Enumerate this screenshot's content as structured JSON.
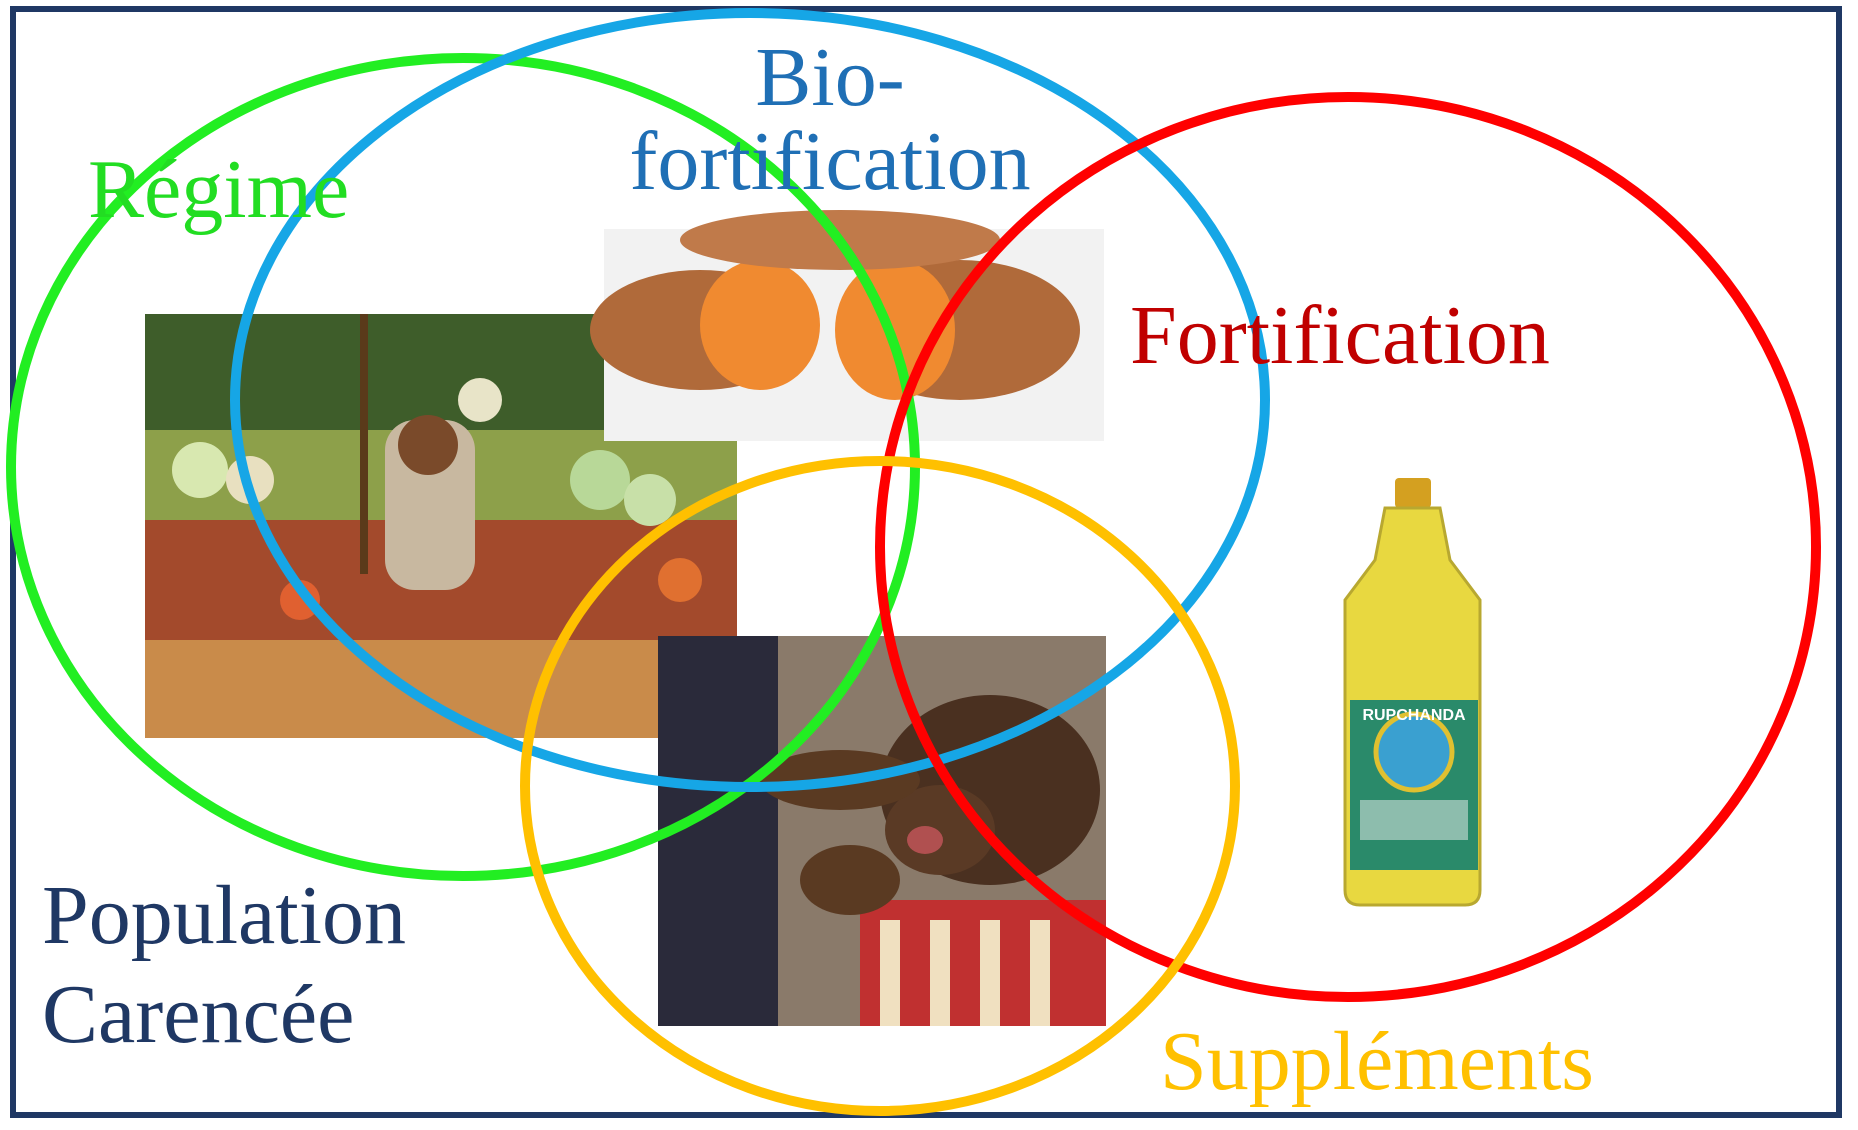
{
  "labels": {
    "regime": "Régime",
    "bio_line1": "Bio-",
    "bio_line2": "fortification",
    "fortification": "Fortification",
    "population_line1": "Population",
    "population_line2": "Carencée",
    "supplements": "Suppléments"
  },
  "colors": {
    "regime": "#22dd22",
    "biofortification": "#1f6fb5",
    "biofortification_circle": "#16a6e6",
    "fortification": "#c00000",
    "fortification_circle": "#ff0000",
    "supplements": "#ffc000",
    "population": "#1f3864",
    "frame": "#1f3864"
  },
  "photos": {
    "market": "vegetable-market-photo",
    "sweet_potato": "sweet-potato-photo",
    "child_supplement": "child-receiving-supplement-photo",
    "oil_bottle": "fortified-oil-bottle-photo"
  },
  "oil_bottle_label": "RUPCHANDA"
}
